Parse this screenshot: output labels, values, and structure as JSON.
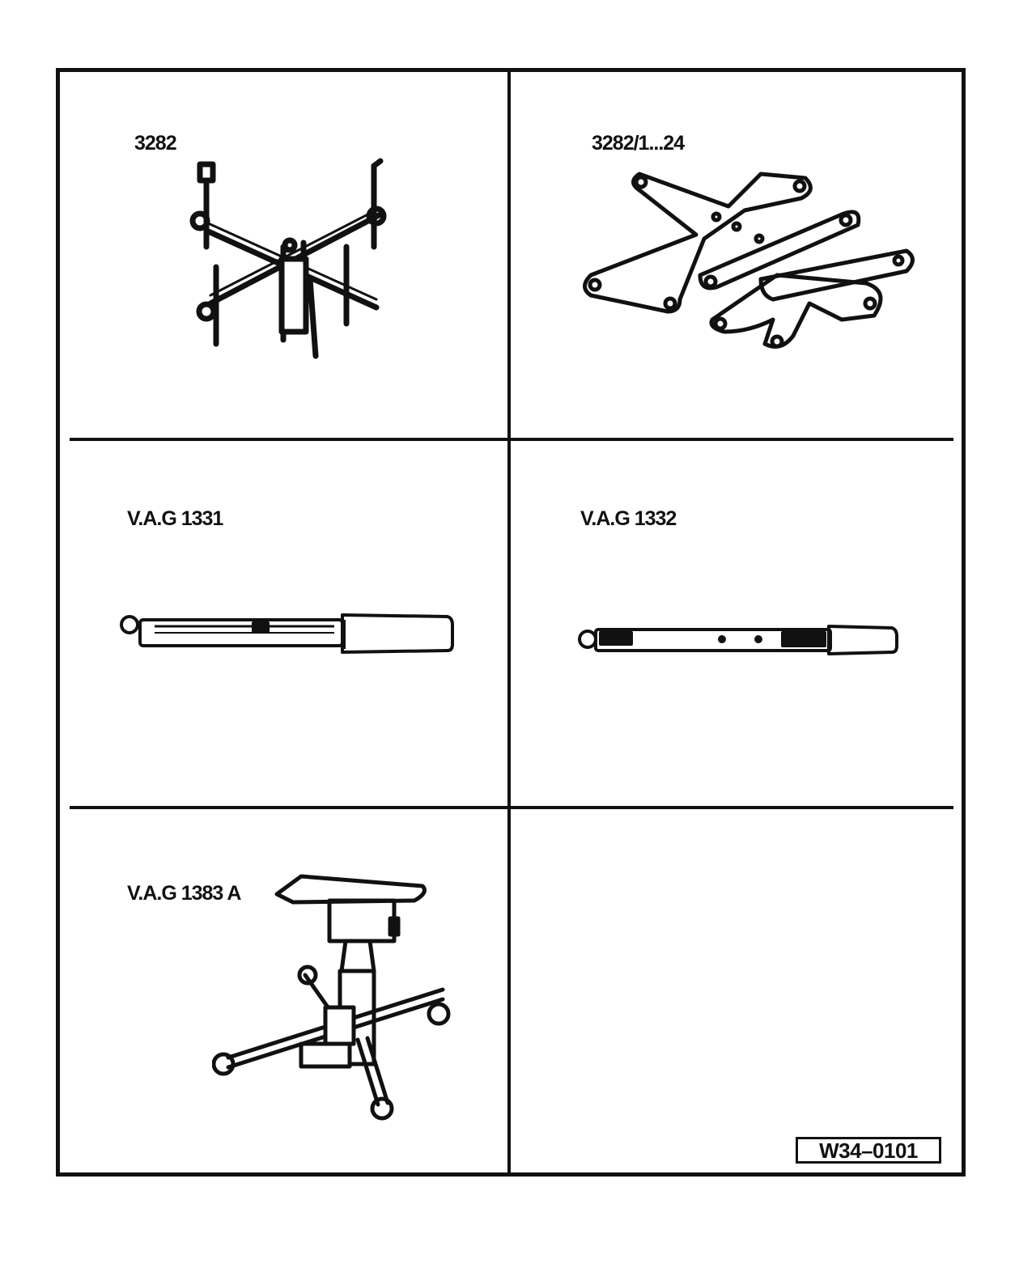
{
  "tools": [
    {
      "label": "3282",
      "icon": "engine-support-frame-icon"
    },
    {
      "label": "3282/1...24",
      "icon": "adapter-plates-icon"
    },
    {
      "label": "V.A.G 1331",
      "icon": "torque-wrench-icon"
    },
    {
      "label": "V.A.G 1332",
      "icon": "torque-wrench-icon"
    },
    {
      "label": "V.A.G 1383 A",
      "icon": "transmission-jack-icon"
    }
  ],
  "figure_code": "W34–0101"
}
